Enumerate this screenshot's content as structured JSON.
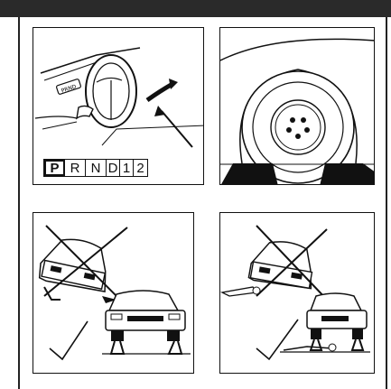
{
  "gear_selector": {
    "positions": [
      "P",
      "R",
      "N",
      "D",
      "1",
      "2"
    ],
    "selected": "P"
  },
  "panels": [
    {
      "id": "shift-to-park",
      "icon": "steering-wheel-and-shifter-icon"
    },
    {
      "id": "chock-wheel",
      "icon": "wheel-chock-icon"
    },
    {
      "id": "jack-position-incorrect-correct",
      "icon": "car-on-jack-icon"
    },
    {
      "id": "person-under-car-incorrect-correct",
      "icon": "person-under-car-icon"
    }
  ]
}
